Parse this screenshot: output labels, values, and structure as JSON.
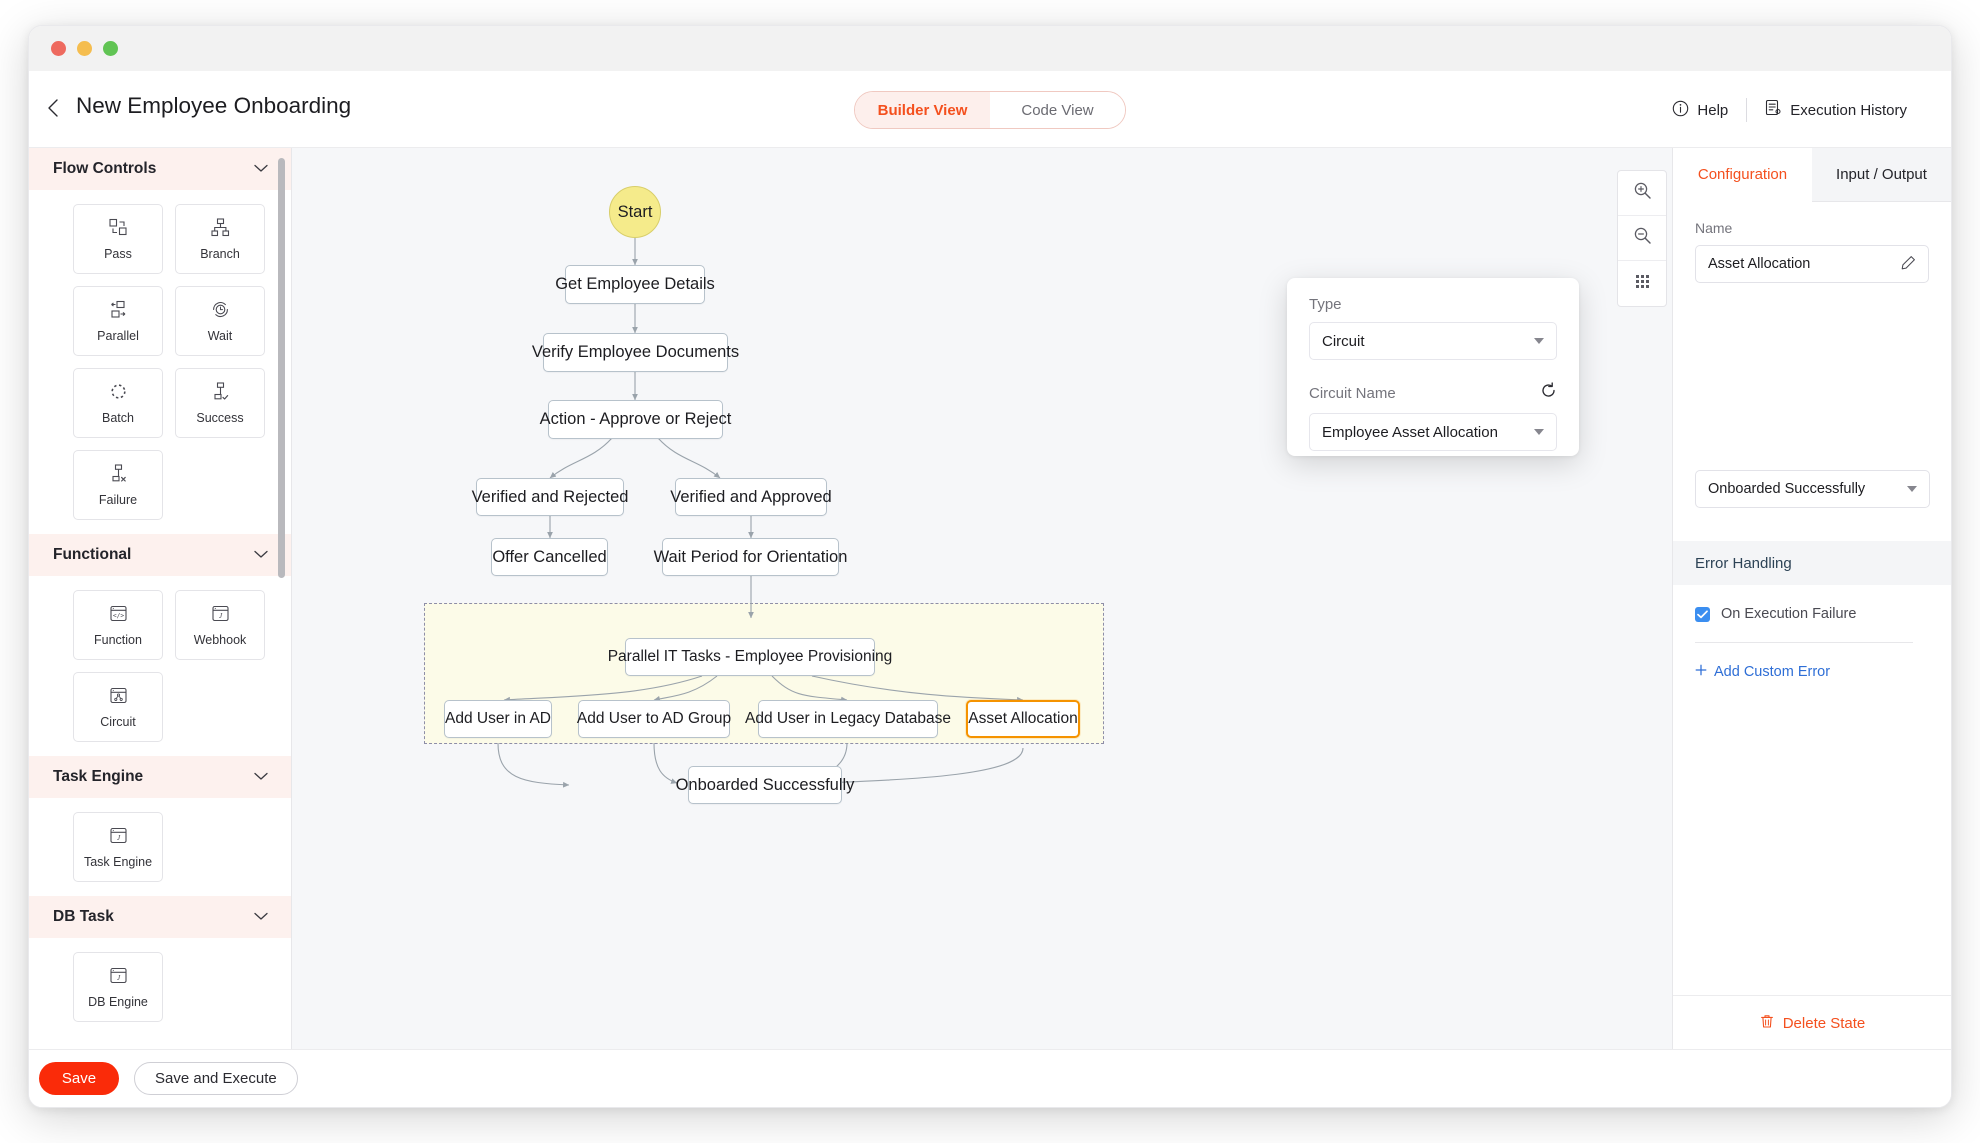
{
  "window": {
    "traffic_lights": [
      "close",
      "minimize",
      "maximize"
    ]
  },
  "header": {
    "back_icon": "chevron-left-icon",
    "title": "New Employee Onboarding",
    "view_toggle": [
      {
        "label": "Builder View",
        "active": true
      },
      {
        "label": "Code View",
        "active": false
      }
    ],
    "help_label": "Help",
    "help_icon": "info-circle-icon",
    "execution_history_label": "Execution History",
    "execution_history_icon": "document-list-icon"
  },
  "sidebar": {
    "sections": [
      {
        "title": "Flow Controls",
        "chevron": "chevron-down-icon",
        "items": [
          {
            "label": "Pass",
            "icon": "pass-icon"
          },
          {
            "label": "Branch",
            "icon": "branch-icon"
          },
          {
            "label": "Parallel",
            "icon": "parallel-icon"
          },
          {
            "label": "Wait",
            "icon": "wait-clock-icon"
          },
          {
            "label": "Batch",
            "icon": "batch-dotted-circle-icon"
          },
          {
            "label": "Success",
            "icon": "success-check-icon"
          },
          {
            "label": "Failure",
            "icon": "failure-x-icon"
          }
        ]
      },
      {
        "title": "Functional",
        "chevron": "chevron-down-icon",
        "items": [
          {
            "label": "Function",
            "icon": "code-window-icon"
          },
          {
            "label": "Webhook",
            "icon": "json-window-icon"
          },
          {
            "label": "Circuit",
            "icon": "circuit-window-icon"
          }
        ]
      },
      {
        "title": "Task Engine",
        "chevron": "chevron-down-icon",
        "items": [
          {
            "label": "Task Engine",
            "icon": "json-window-icon"
          }
        ]
      },
      {
        "title": "DB Task",
        "chevron": "chevron-down-icon",
        "items": [
          {
            "label": "DB Engine",
            "icon": "json-window-icon"
          }
        ]
      }
    ]
  },
  "canvas": {
    "zoom_controls": [
      {
        "name": "zoom-in",
        "icon": "magnifier-plus-icon"
      },
      {
        "name": "zoom-out",
        "icon": "magnifier-minus-icon"
      },
      {
        "name": "grid-toggle",
        "icon": "grid-dots-icon"
      }
    ],
    "group_label": "",
    "nodes": {
      "start": "Start",
      "get_employee_details": "Get Employee Details",
      "verify_employee_documents": "Verify Employee Documents",
      "action_approve_or_reject": "Action - Approve or Reject",
      "verified_and_rejected": "Verified and Rejected",
      "verified_and_approved": "Verified and Approved",
      "offer_cancelled": "Offer Cancelled",
      "wait_period_for_orientation": "Wait Period for Orientation",
      "parallel_it_tasks": "Parallel IT Tasks - Employee Provisioning",
      "add_user_in_ad": "Add User in AD",
      "add_user_to_ad_group": "Add User to AD Group",
      "add_user_in_legacy_database": "Add User in Legacy Database",
      "asset_allocation": "Asset Allocation",
      "onboarded_successfully": "Onboarded Successfully"
    },
    "selected_node": "Asset Allocation"
  },
  "right_panel": {
    "tabs": [
      {
        "label": "Configuration",
        "active": true
      },
      {
        "label": "Input / Output",
        "active": false
      }
    ],
    "name_label": "Name",
    "name_value": "Asset Allocation",
    "name_edit_icon": "pencil-icon",
    "next_state_value": "Onboarded Successfully",
    "error_handling_title": "Error Handling",
    "on_execution_failure_label": "On Execution Failure",
    "on_execution_failure_checked": true,
    "add_custom_error_label": "Add Custom Error",
    "delete_state_label": "Delete State",
    "delete_icon": "trash-icon"
  },
  "popover": {
    "type_label": "Type",
    "type_value": "Circuit",
    "circuit_name_label": "Circuit Name",
    "refresh_icon": "refresh-icon",
    "circuit_name_value": "Employee Asset Allocation"
  },
  "footer": {
    "save_label": "Save",
    "save_and_execute_label": "Save and Execute"
  },
  "colors": {
    "accent_red": "#f4501e",
    "save_red": "#fa2b09",
    "selected_orange": "#f59300",
    "group_yellow": "#fcfbe8",
    "start_yellow": "#f5eb8b",
    "link_blue": "#2e6ed6"
  }
}
